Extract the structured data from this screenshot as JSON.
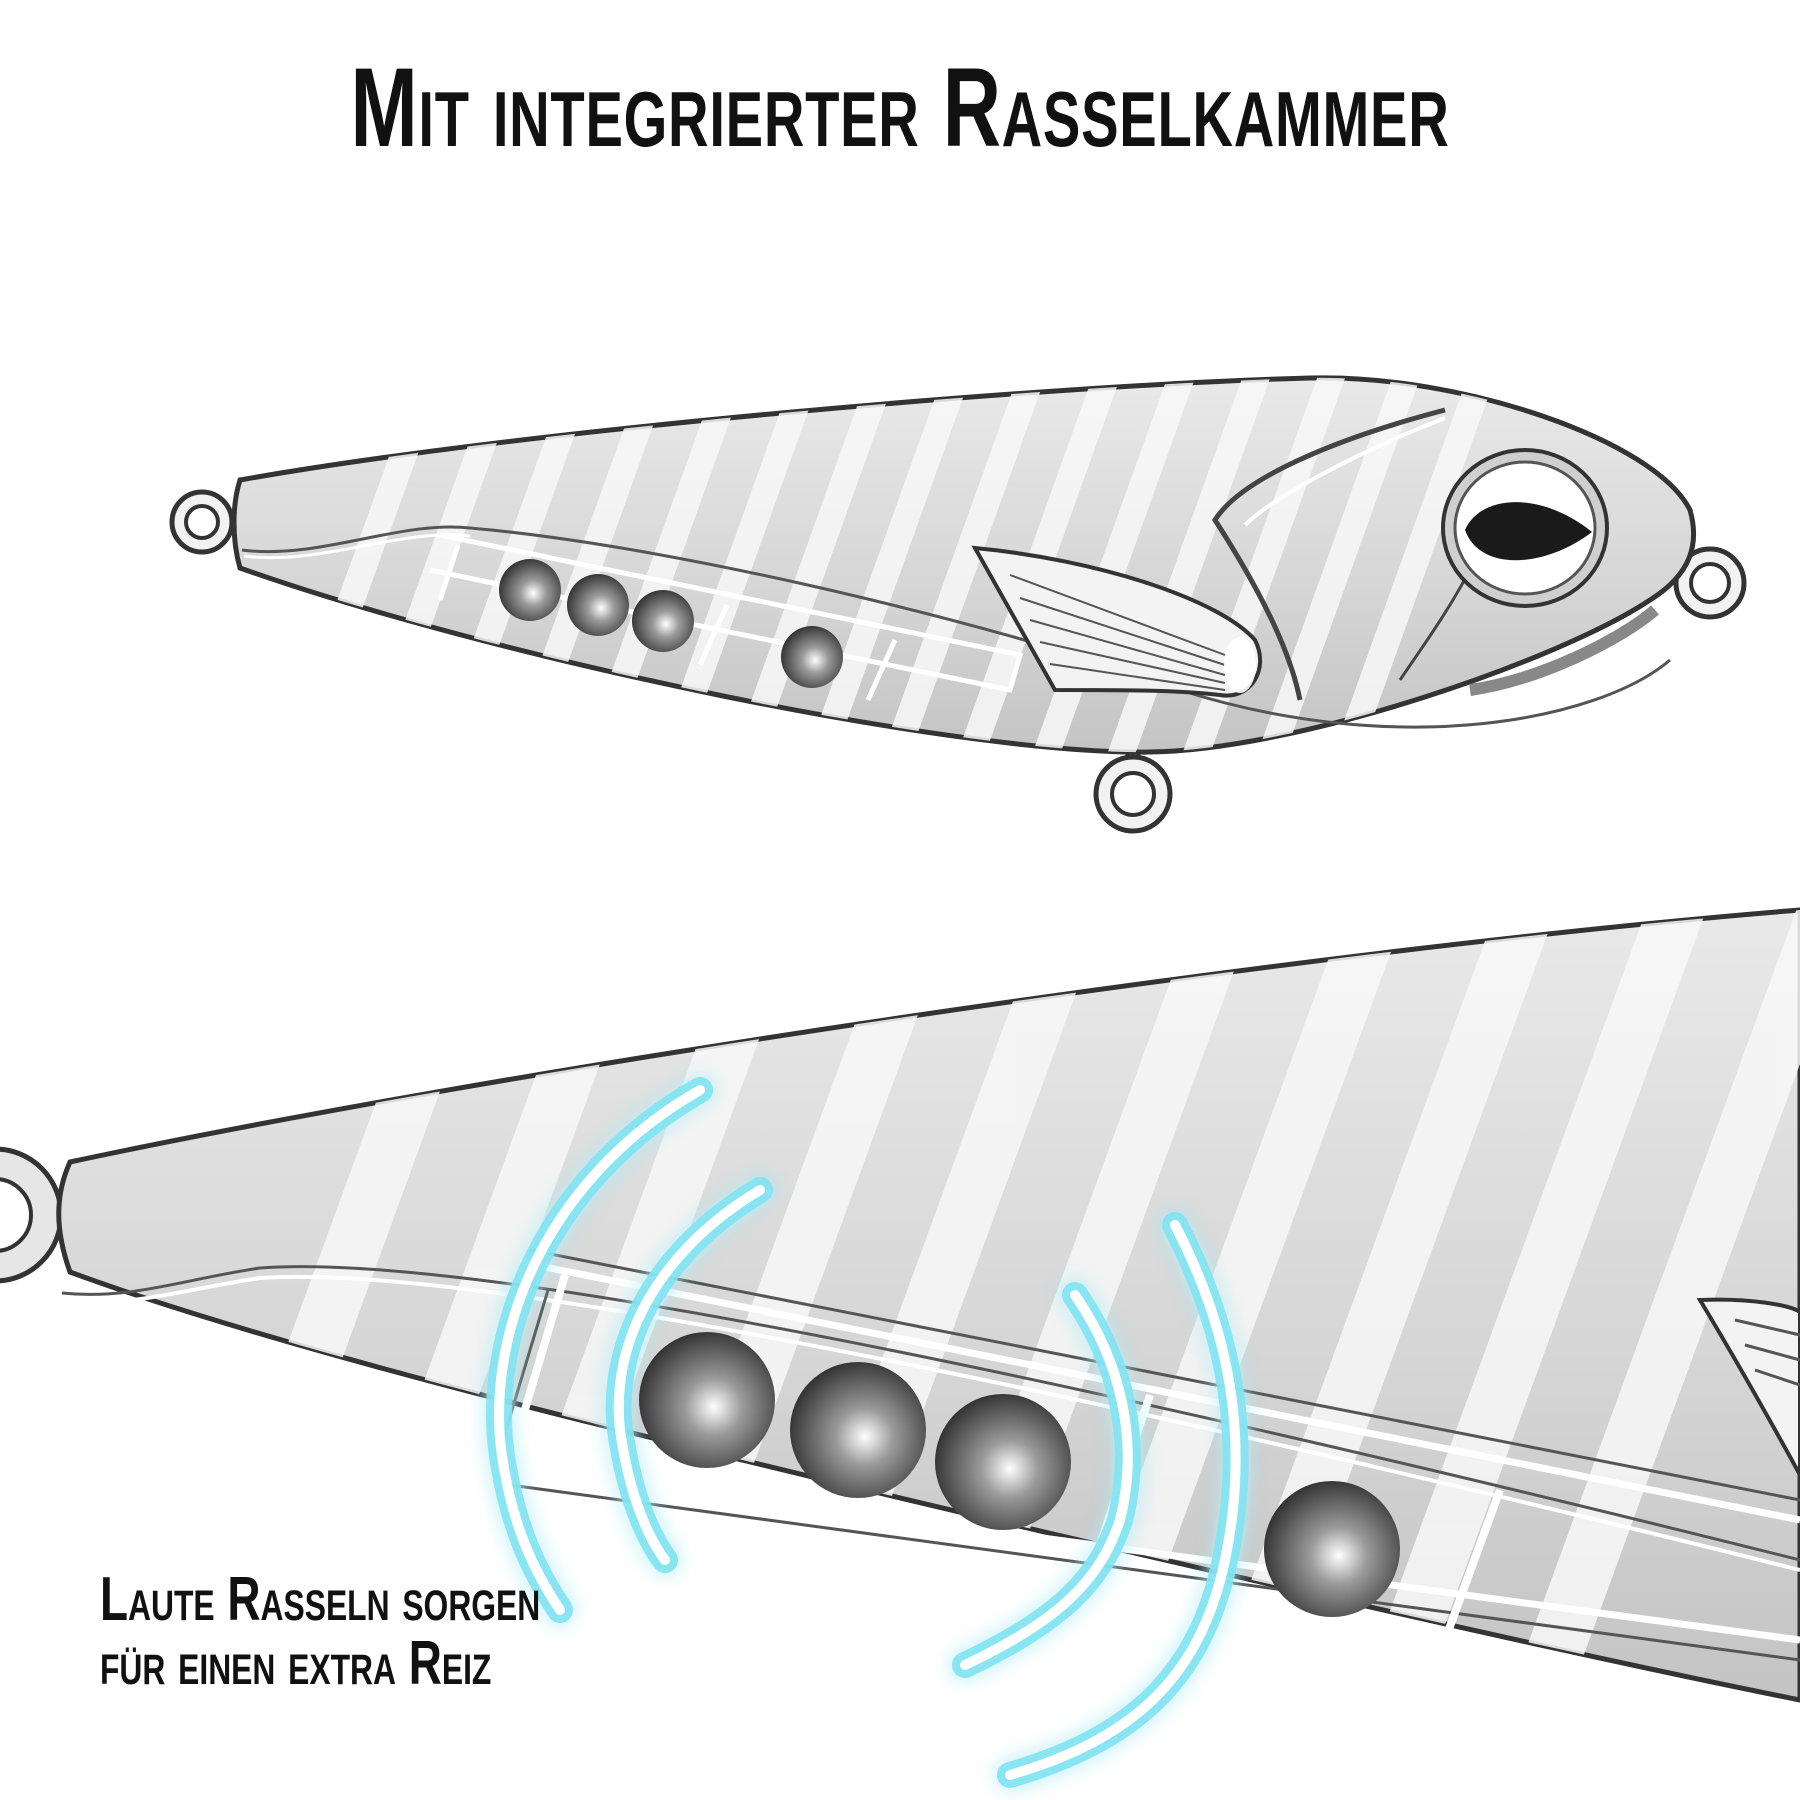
{
  "headline": "Mit integrierter Rasselkammer",
  "caption": {
    "line1": "Laute Rasseln sorgen",
    "line2": "für einen extra Reiz"
  },
  "colors": {
    "outline": "#333333",
    "body_light": "#e6e6e6",
    "body_mid": "#c9c9c9",
    "stripe": "#f7f7f7",
    "ball_dark": "#2e2e2e",
    "glow": "#7fe3f2"
  }
}
